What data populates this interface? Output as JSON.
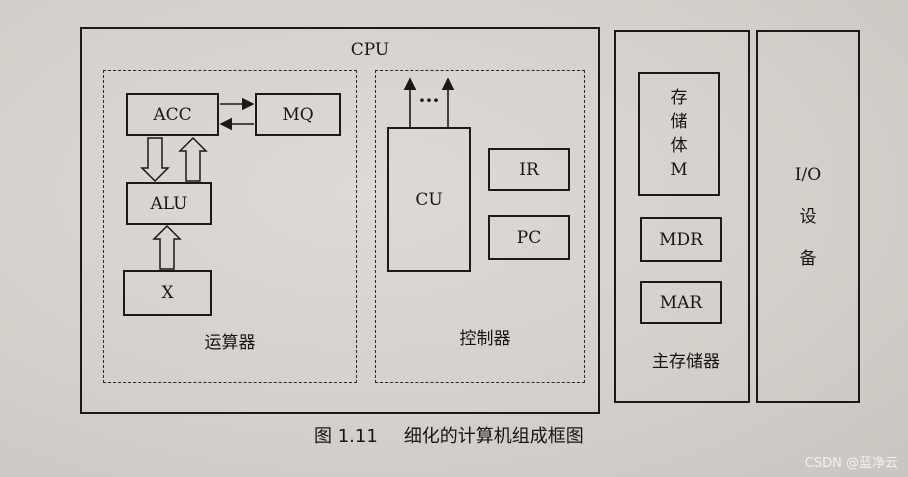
{
  "cpu": {
    "title": "CPU",
    "alu_section": {
      "label": "运算器",
      "registers": {
        "acc": "ACC",
        "mq": "MQ",
        "alu": "ALU",
        "x": "X"
      }
    },
    "control_section": {
      "label": "控制器",
      "cu": "CU",
      "ellipsis": "···",
      "registers": {
        "ir": "IR",
        "pc": "PC"
      }
    }
  },
  "memory": {
    "label": "主存储器",
    "storage_lines": [
      "存",
      "储",
      "体",
      "M"
    ],
    "registers": {
      "mdr": "MDR",
      "mar": "MAR"
    }
  },
  "io": {
    "lines": [
      "I/O",
      "设",
      "备"
    ]
  },
  "caption": {
    "number": "图 1.11",
    "text": "细化的计算机组成框图"
  },
  "watermark": "CSDN @蓝净云"
}
